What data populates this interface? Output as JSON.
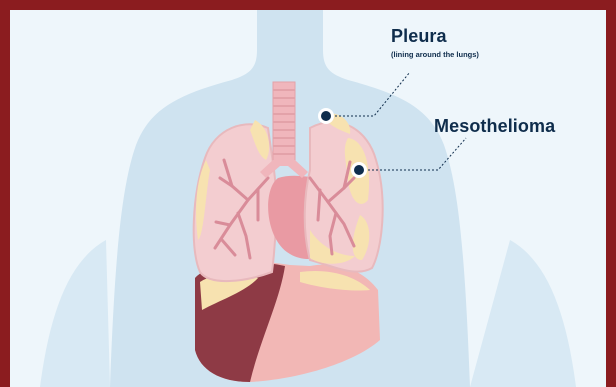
{
  "labels": {
    "pleura": "Pleura",
    "pleura_sub": "(lining around the lungs)",
    "mesothelioma": "Mesothelioma"
  },
  "colors": {
    "frame_border": "#8b1c1f",
    "background": "#eef6fb",
    "body_silhouette": "#cfe3f0",
    "lung": "#f3cdd0",
    "lung_edge": "#e8b9bd",
    "bronchi": "#d98c99",
    "pleura_tumor": "#f7e2b0",
    "heart": "#e99aa3",
    "liver_dark": "#8e3a45",
    "liver_light": "#f2b7b5",
    "text": "#0f2d4c",
    "marker": "#0f2d4c"
  }
}
